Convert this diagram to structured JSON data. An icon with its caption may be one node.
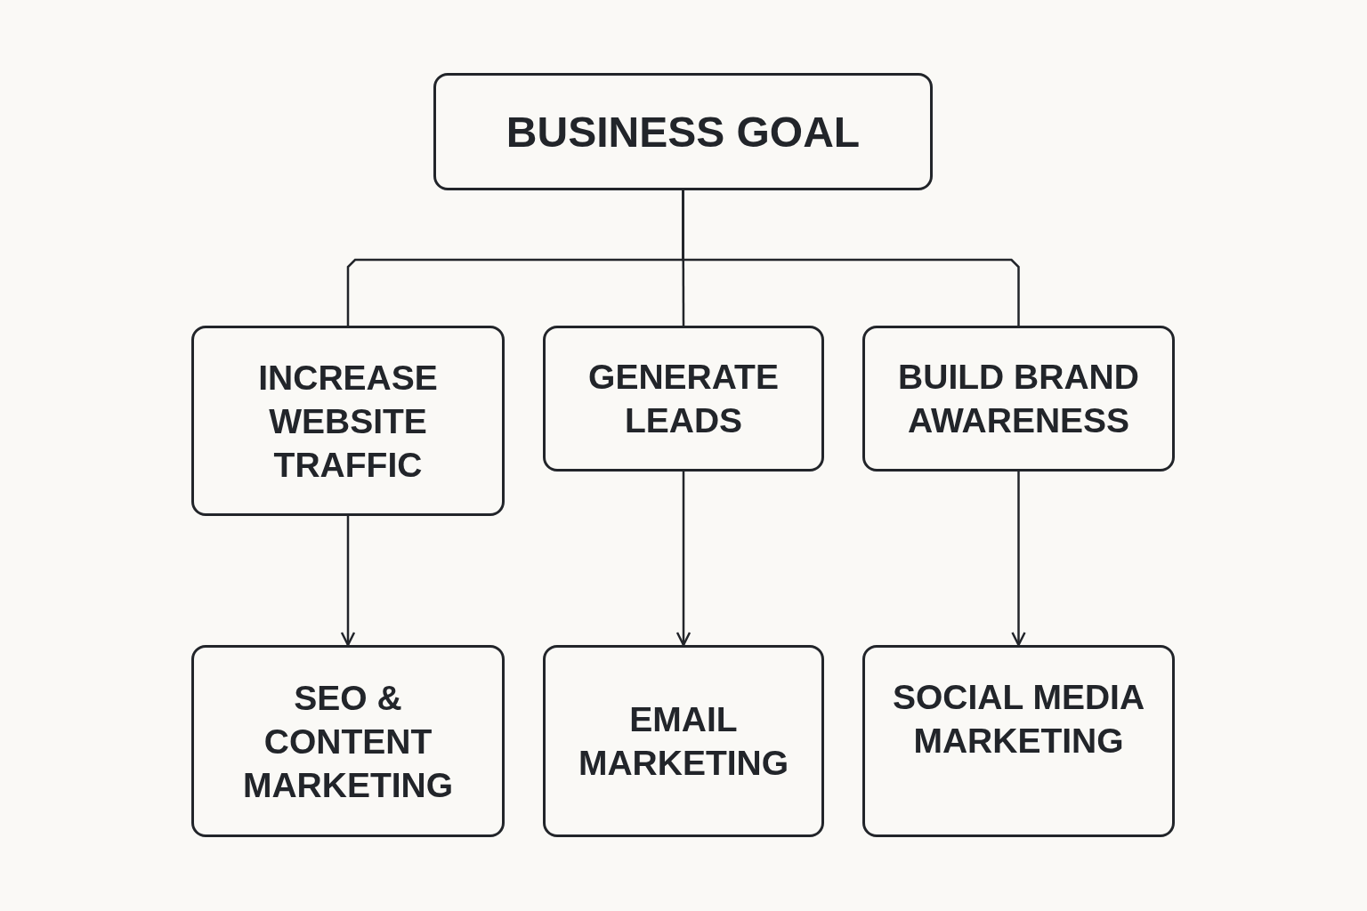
{
  "diagram": {
    "nodes": [
      {
        "text": [
          "BUSINESS GOAL"
        ]
      },
      {
        "text": [
          "INCREASE WEBSITE TRAFFIC"
        ]
      },
      {
        "text": [
          "GENERATE LEADS"
        ]
      },
      {
        "text": [
          "BUILD BRAND AWARENESS"
        ]
      },
      {
        "text": [
          "SEO & CONTENT MARKETING"
        ]
      },
      {
        "text": [
          "EMAIL MARKETING"
        ]
      },
      {
        "text": [
          "SOCIAL MEDIA MARKETING"
        ]
      }
    ],
    "edges": [
      {
        "from": 0,
        "to": 1,
        "arrow": "none"
      },
      {
        "from": 0,
        "to": 2,
        "arrow": "none"
      },
      {
        "from": 0,
        "to": 3,
        "arrow": "none"
      },
      {
        "from": 1,
        "to": 4,
        "arrow": "to"
      },
      {
        "from": 2,
        "to": 5,
        "arrow": "to"
      },
      {
        "from": 3,
        "to": 6,
        "arrow": "to"
      }
    ]
  }
}
